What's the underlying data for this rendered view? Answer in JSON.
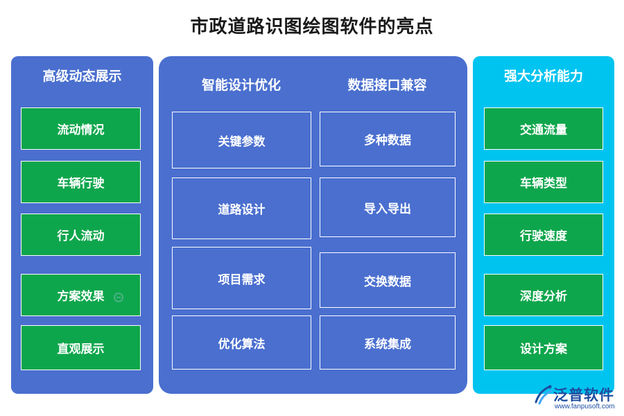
{
  "title": "市政道路识图绘图软件的亮点",
  "left_panel": {
    "heading": "高级动态展示",
    "items": [
      "流动情况",
      "车辆行驶",
      "行人流动",
      "方案效果",
      "直观展示"
    ]
  },
  "middle_panel": {
    "col1": {
      "heading": "智能设计优化",
      "items": [
        "关键参数",
        "道路设计",
        "项目需求",
        "优化算法"
      ]
    },
    "col2": {
      "heading": "数据接口兼容",
      "items": [
        "多种数据",
        "导入导出",
        "交换数据",
        "系统集成"
      ]
    }
  },
  "right_panel": {
    "heading": "强大分析能力",
    "items": [
      "交通流量",
      "车辆类型",
      "行驶速度",
      "深度分析",
      "设计方案"
    ]
  },
  "logo": {
    "name": "泛普软件",
    "url": "www.fanpusoft.com",
    "icon": "fanpu-logo-icon"
  },
  "colors": {
    "panel_blue": "#4a6fcf",
    "panel_cyan": "#00c4f0",
    "box_green": "#0ea64c",
    "logo_blue": "#1d4ea0"
  }
}
